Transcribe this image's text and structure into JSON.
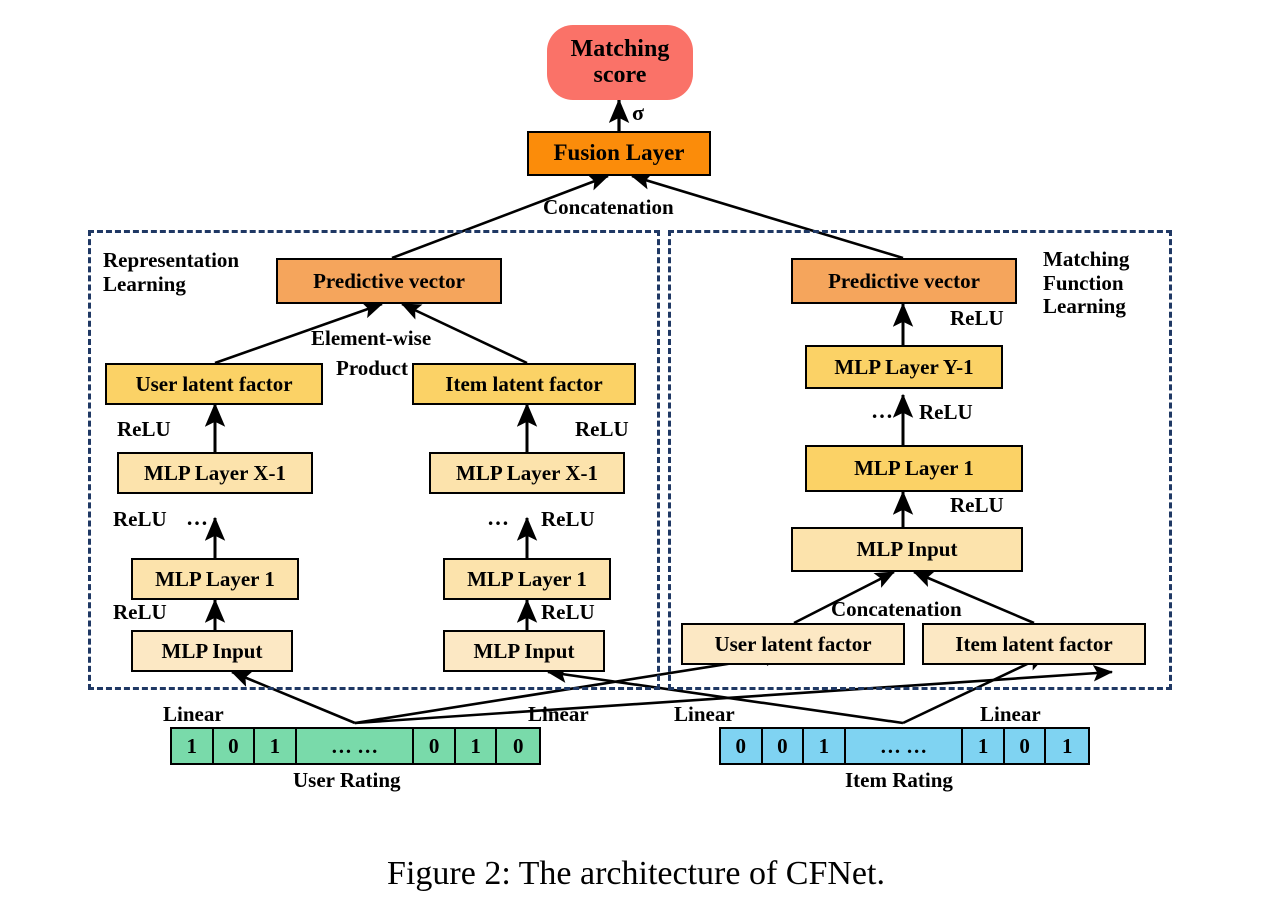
{
  "figure": {
    "caption": "Figure 2: The architecture of CFNet.",
    "colors": {
      "matching_score": "#FA7268",
      "fusion_layer": "#FB8C0A",
      "predictive_vector": "#F5A55C",
      "latent_factor": "#FBD266",
      "mlp_layer": "#FCE3AC",
      "mlp_input": "#FCE8C4",
      "user_rating": "#79DAAA",
      "item_rating": "#7FD3F2",
      "panel_border": "#1F3864",
      "arrow": "#000000"
    }
  },
  "top": {
    "matching_score": "Matching\nscore",
    "sigma": "σ",
    "fusion_layer": "Fusion Layer",
    "concatenation": "Concatenation"
  },
  "left_panel": {
    "title": "Representation\nLearning",
    "predictive_vector": "Predictive vector",
    "element_wise": "Element-wise",
    "product": "Product",
    "user_latent_factor": "User latent factor",
    "item_latent_factor": "Item latent factor",
    "relu_user_top": "ReLU",
    "relu_item_top": "ReLU",
    "mlp_layer_x1_user": "MLP Layer X-1",
    "mlp_layer_x1_item": "MLP Layer X-1",
    "relu_user_mid": "ReLU",
    "dots_user_mid": "…",
    "dots_item_mid": "…",
    "relu_item_mid": "ReLU",
    "mlp_layer_1_user": "MLP Layer 1",
    "mlp_layer_1_item": "MLP Layer 1",
    "relu_user_bot": "ReLU",
    "relu_item_bot": "ReLU",
    "mlp_input_user": "MLP Input",
    "mlp_input_item": "MLP Input"
  },
  "right_panel": {
    "title": "Matching\nFunction\nLearning",
    "predictive_vector": "Predictive vector",
    "relu_top": "ReLU",
    "mlp_layer_y1": "MLP Layer Y-1",
    "dots_mid": "…",
    "relu_mid": "ReLU",
    "mlp_layer_1": "MLP Layer 1",
    "relu_bot": "ReLU",
    "mlp_input": "MLP Input",
    "concatenation": "Concatenation",
    "user_latent_factor": "User latent factor",
    "item_latent_factor": "Item latent factor"
  },
  "bottom": {
    "user": {
      "linear_left": "Linear",
      "linear_right": "Linear",
      "label": "User Rating",
      "cells": [
        "1",
        "0",
        "1",
        "… …",
        "0",
        "1",
        "0"
      ]
    },
    "item": {
      "linear_left": "Linear",
      "linear_right": "Linear",
      "label": "Item Rating",
      "cells": [
        "0",
        "0",
        "1",
        "… …",
        "1",
        "0",
        "1"
      ]
    }
  }
}
